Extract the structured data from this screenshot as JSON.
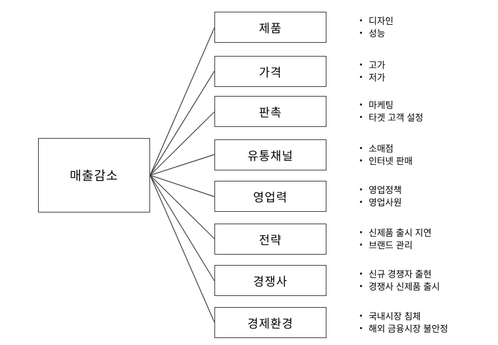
{
  "root": {
    "label": "매출감소"
  },
  "categories": [
    {
      "label": "제품",
      "items": [
        "디자인",
        "성능"
      ]
    },
    {
      "label": "가격",
      "items": [
        "고가",
        "저가"
      ]
    },
    {
      "label": "판촉",
      "items": [
        "마케팅",
        "타겟 고객 설정"
      ]
    },
    {
      "label": "유통채널",
      "items": [
        "소매점",
        "인터넷 판매"
      ]
    },
    {
      "label": "영업력",
      "items": [
        "영업정책",
        "영업사원"
      ]
    },
    {
      "label": "전략",
      "items": [
        "신제품 출시 지연",
        "브랜드 관리"
      ]
    },
    {
      "label": "경쟁사",
      "items": [
        "신규 경쟁자 출현",
        "경쟁사 신제품 출시"
      ]
    },
    {
      "label": "경제환경",
      "items": [
        "국내시장 침체",
        "해외 금융시장 불안정"
      ]
    }
  ],
  "icons": {
    "bullet": "•"
  },
  "colors": {
    "background": "#ffffff",
    "border": "#404040",
    "connector": "#404040",
    "text": "#000000"
  }
}
